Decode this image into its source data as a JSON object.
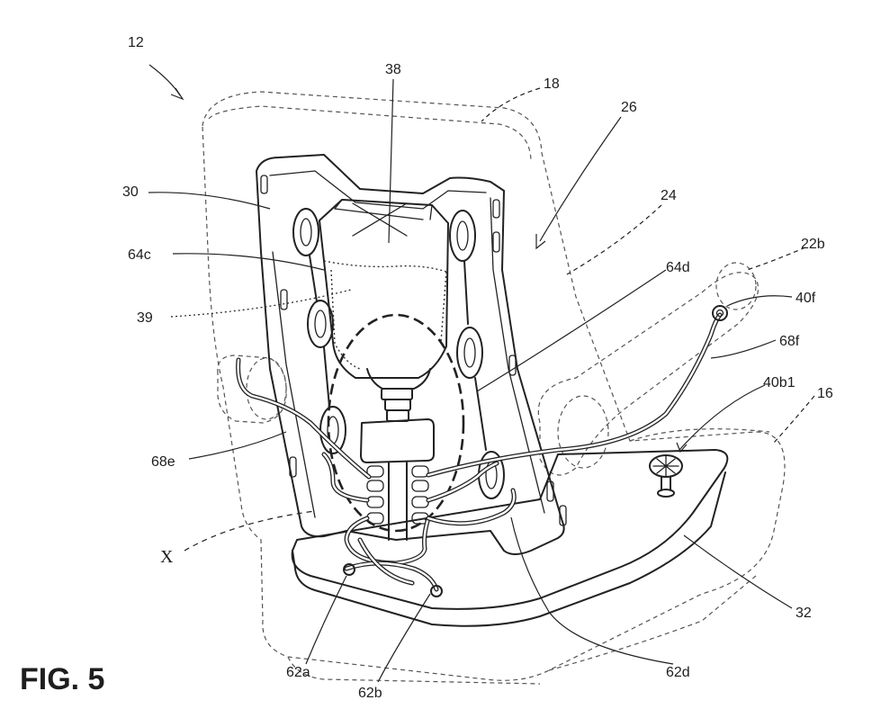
{
  "figure": {
    "caption": "FIG. 5",
    "axis_label": "X",
    "labels": {
      "l12": "12",
      "l38": "38",
      "l18": "18",
      "l26": "26",
      "l30": "30",
      "l24": "24",
      "l22b": "22b",
      "l64c": "64c",
      "l64d": "64d",
      "l40f": "40f",
      "l39": "39",
      "l68f": "68f",
      "l40b1": "40b1",
      "l16": "16",
      "l68e": "68e",
      "l32": "32",
      "l62a": "62a",
      "l62b": "62b",
      "l62d": "62d"
    }
  }
}
